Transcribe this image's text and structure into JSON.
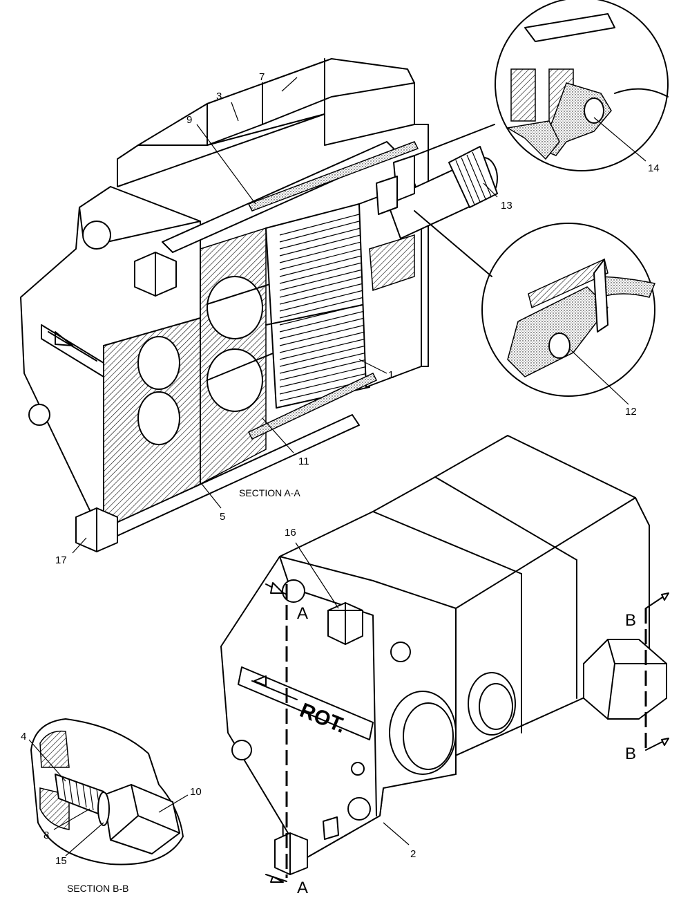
{
  "callouts": {
    "c1": "1",
    "c2": "2",
    "c3": "3",
    "c4": "4",
    "c5": "5",
    "c7": "7",
    "c8": "8",
    "c9": "9",
    "c10": "10",
    "c11": "11",
    "c12": "12",
    "c13": "13",
    "c14": "14",
    "c15": "15",
    "c16": "16",
    "c17": "17"
  },
  "captions": {
    "section_aa": "SECTION A-A",
    "section_bb": "SECTION B-B"
  },
  "section_marks": {
    "a_top": "A",
    "a_bottom": "A",
    "b_top": "B",
    "b_bottom": "B"
  },
  "rotation_label": "ROT."
}
